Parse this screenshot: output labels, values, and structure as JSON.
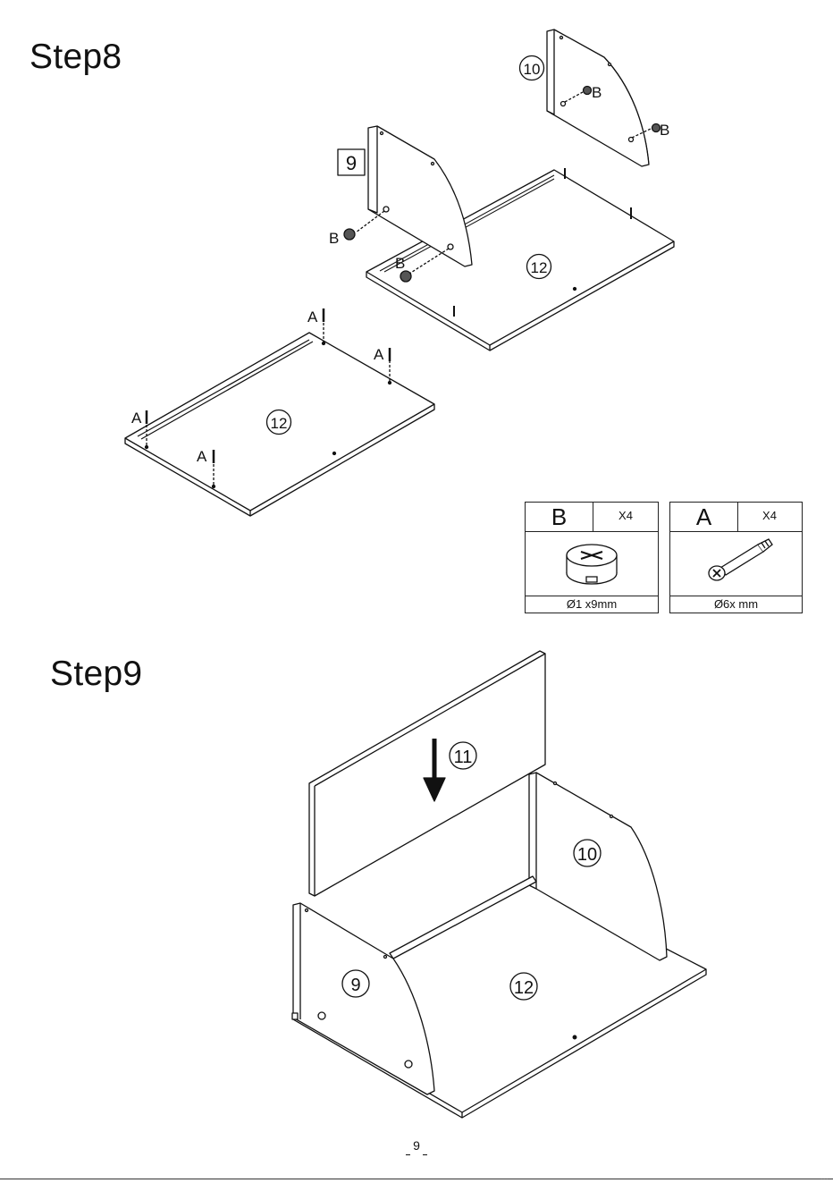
{
  "step8": {
    "title": "Step8",
    "part_labels": {
      "side_right": "10",
      "side_left": "9",
      "bottom_top_panel": "12",
      "bottom_panel": "12"
    },
    "hardware_labels": {
      "cam": "B",
      "dowel": "A"
    }
  },
  "hardware": [
    {
      "letter": "B",
      "qty": "X4",
      "spec": "Ø1  x9mm",
      "icon": "cam-lock-icon"
    },
    {
      "letter": "A",
      "qty": "X4",
      "spec": "Ø6x     mm",
      "icon": "cam-bolt-icon"
    }
  ],
  "step9": {
    "title": "Step9",
    "part_labels": {
      "back_panel": "11",
      "side_right": "10",
      "side_left": "9",
      "base": "12"
    }
  },
  "page": {
    "number": "9"
  },
  "footer": {
    "text": "· · ·"
  }
}
